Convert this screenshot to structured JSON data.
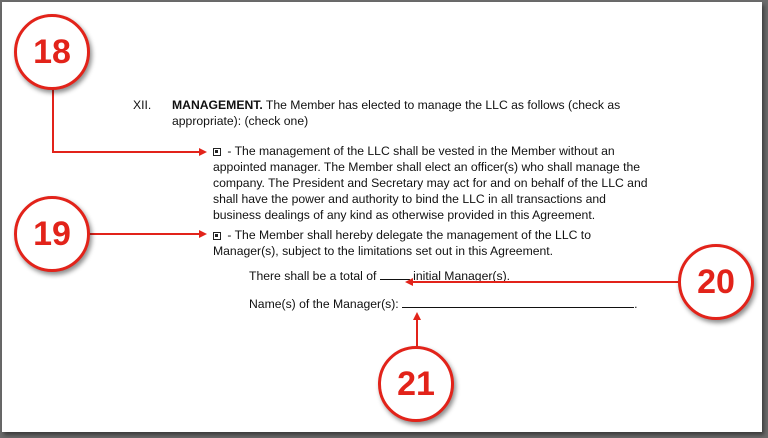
{
  "section": {
    "number": "XII.",
    "heading": "MANAGEMENT.",
    "intro_line1": " The Member has elected to manage the LLC as follows (check as",
    "intro_line2": "appropriate): (check one)"
  },
  "option_member": {
    "checked": true,
    "lines": [
      " - The management of the LLC shall be vested in the Member without an",
      "appointed manager. The Member shall elect an officer(s) who shall manage the",
      "company. The President and Secretary may act for and on behalf of the LLC and",
      "shall have the power and authority to bind the LLC in all transactions and",
      "business dealings of any kind as otherwise provided in this Agreement."
    ]
  },
  "option_manager": {
    "checked": true,
    "lines": [
      " - The Member shall hereby delegate the management of the LLC to",
      "Manager(s), subject to the limitations set out in this Agreement."
    ]
  },
  "managers_total": {
    "prefix": "There shall be a total of ",
    "suffix": " initial Manager(s)."
  },
  "managers_names": {
    "label": "Name(s) of the Manager(s): ",
    "end": "."
  },
  "callouts": {
    "c18": "18",
    "c19": "19",
    "c20": "20",
    "c21": "21"
  },
  "colors": {
    "callout_red": "#e2231a",
    "background_gray": "#6b6b6b"
  }
}
